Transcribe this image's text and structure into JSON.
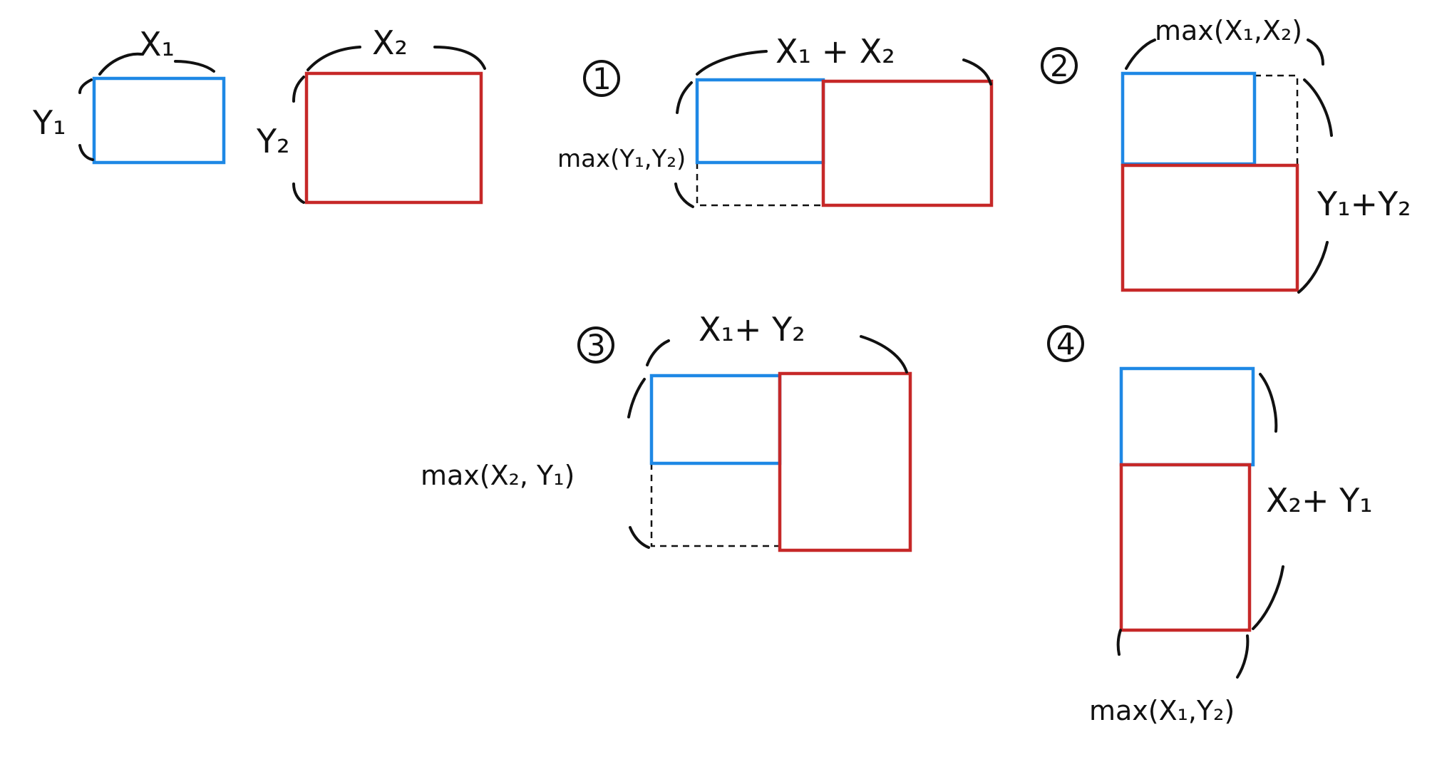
{
  "colors": {
    "rect1": "#1E88E5",
    "rect2": "#C62828",
    "ink": "#111111"
  },
  "inputs": {
    "rect1": {
      "width_label": "X₁",
      "height_label": "Y₁"
    },
    "rect2": {
      "width_label": "X₂",
      "height_label": "Y₂"
    }
  },
  "arrangements": [
    {
      "number": "1",
      "width_label": "X₁ + X₂",
      "height_label": "max(Y₁,Y₂)"
    },
    {
      "number": "2",
      "width_label": "max(X₁,X₂)",
      "height_label": "Y₁+Y₂"
    },
    {
      "number": "3",
      "width_label": "X₁+ Y₂",
      "height_label": "max(X₂, Y₁)"
    },
    {
      "number": "4",
      "width_label": "max(X₁,Y₂)",
      "height_label": "X₂+ Y₁"
    }
  ]
}
